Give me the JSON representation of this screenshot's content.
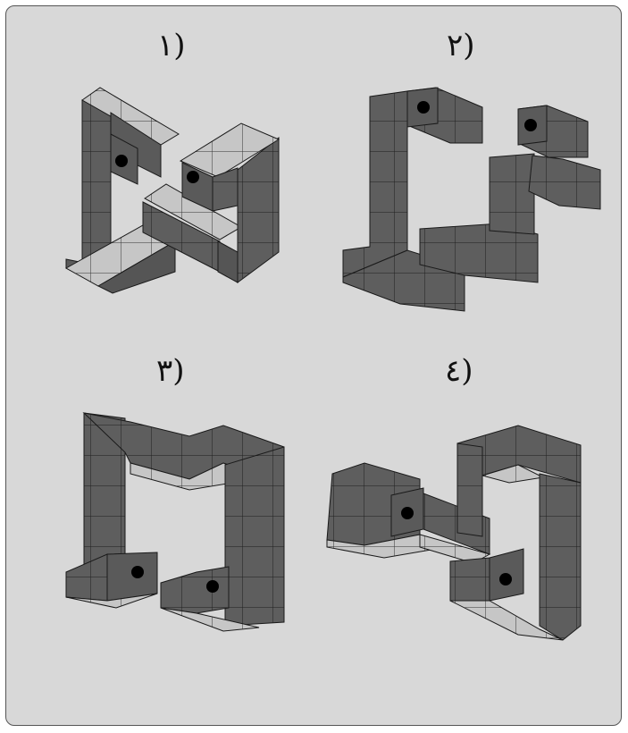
{
  "options": [
    {
      "label": "١)"
    },
    {
      "label": "٢)"
    },
    {
      "label": "٣)"
    },
    {
      "label": "٤)"
    }
  ],
  "colors": {
    "panel_bg": "#d8d8d8",
    "cube_dark": "#5a5a5a",
    "cube_light": "#c4c4c4",
    "edge": "#1a1a1a",
    "dot": "#000000"
  }
}
